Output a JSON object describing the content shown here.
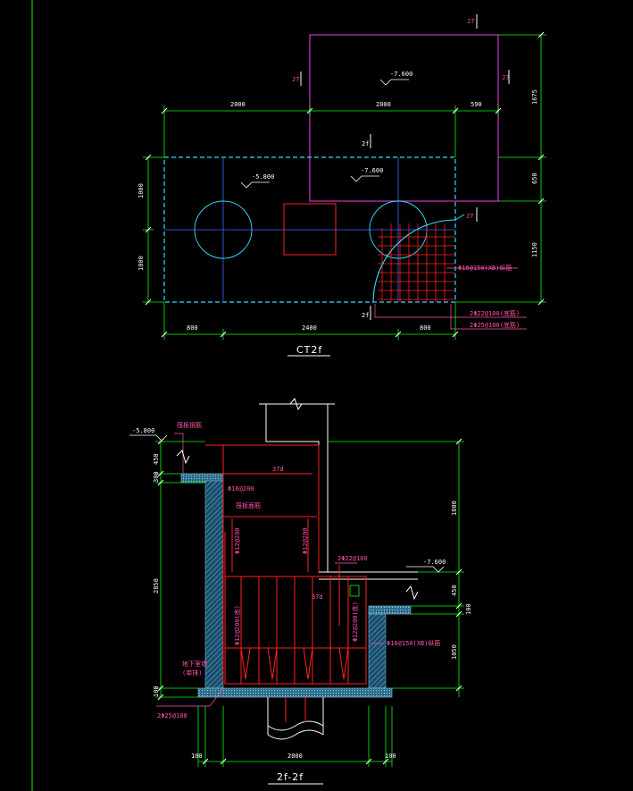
{
  "plan": {
    "title": "CT2f",
    "dims_top": [
      "2000",
      "2000",
      "590"
    ],
    "dims_bottom": [
      "800",
      "2400",
      "800"
    ],
    "dims_left": [
      "1000",
      "1000"
    ],
    "dims_right": [
      "1675",
      "650",
      "1150"
    ],
    "elev_left": "-5.800",
    "elev_mid": "-7.600",
    "elev_pit": "-7.600",
    "section_mark_top": "2f",
    "section_mark_bottom": "2f",
    "grid_mark_1": "J7",
    "grid_mark_2": "J7",
    "grid_mark_3": "J7",
    "grid_mark_4": "J7",
    "rebar_1": "Φ16@150(XB)纵筋",
    "rebar_2": "2Φ22@100(底筋)",
    "rebar_3": "2Φ25@100(底筋)"
  },
  "section": {
    "title": "2f-2f",
    "elev_left": "-5.800",
    "elev_right": "-7.600",
    "dims_left": [
      "450",
      "300",
      "2850",
      "100"
    ],
    "dims_right": [
      "1800",
      "450",
      "100",
      "1050"
    ],
    "dims_bottom": [
      "100",
      "2000",
      "100"
    ],
    "label_top": "筏板钢筋",
    "label_37d": "37d",
    "label_37d_2": "37d",
    "label_r1": "Φ16@200",
    "label_r2": "筏板面筋",
    "label_r3": "Φ12@200",
    "label_r4": "Φ12@200",
    "label_r5": "2Φ22@100",
    "label_r6": "Φ12@200(底)",
    "label_r7": "Φ12@200(底)",
    "label_r8": "Φ16@150(XB)纵筋",
    "label_r9": "2Φ25@100",
    "label_wall": "地下室墙",
    "label_wall2": "(单排)"
  }
}
